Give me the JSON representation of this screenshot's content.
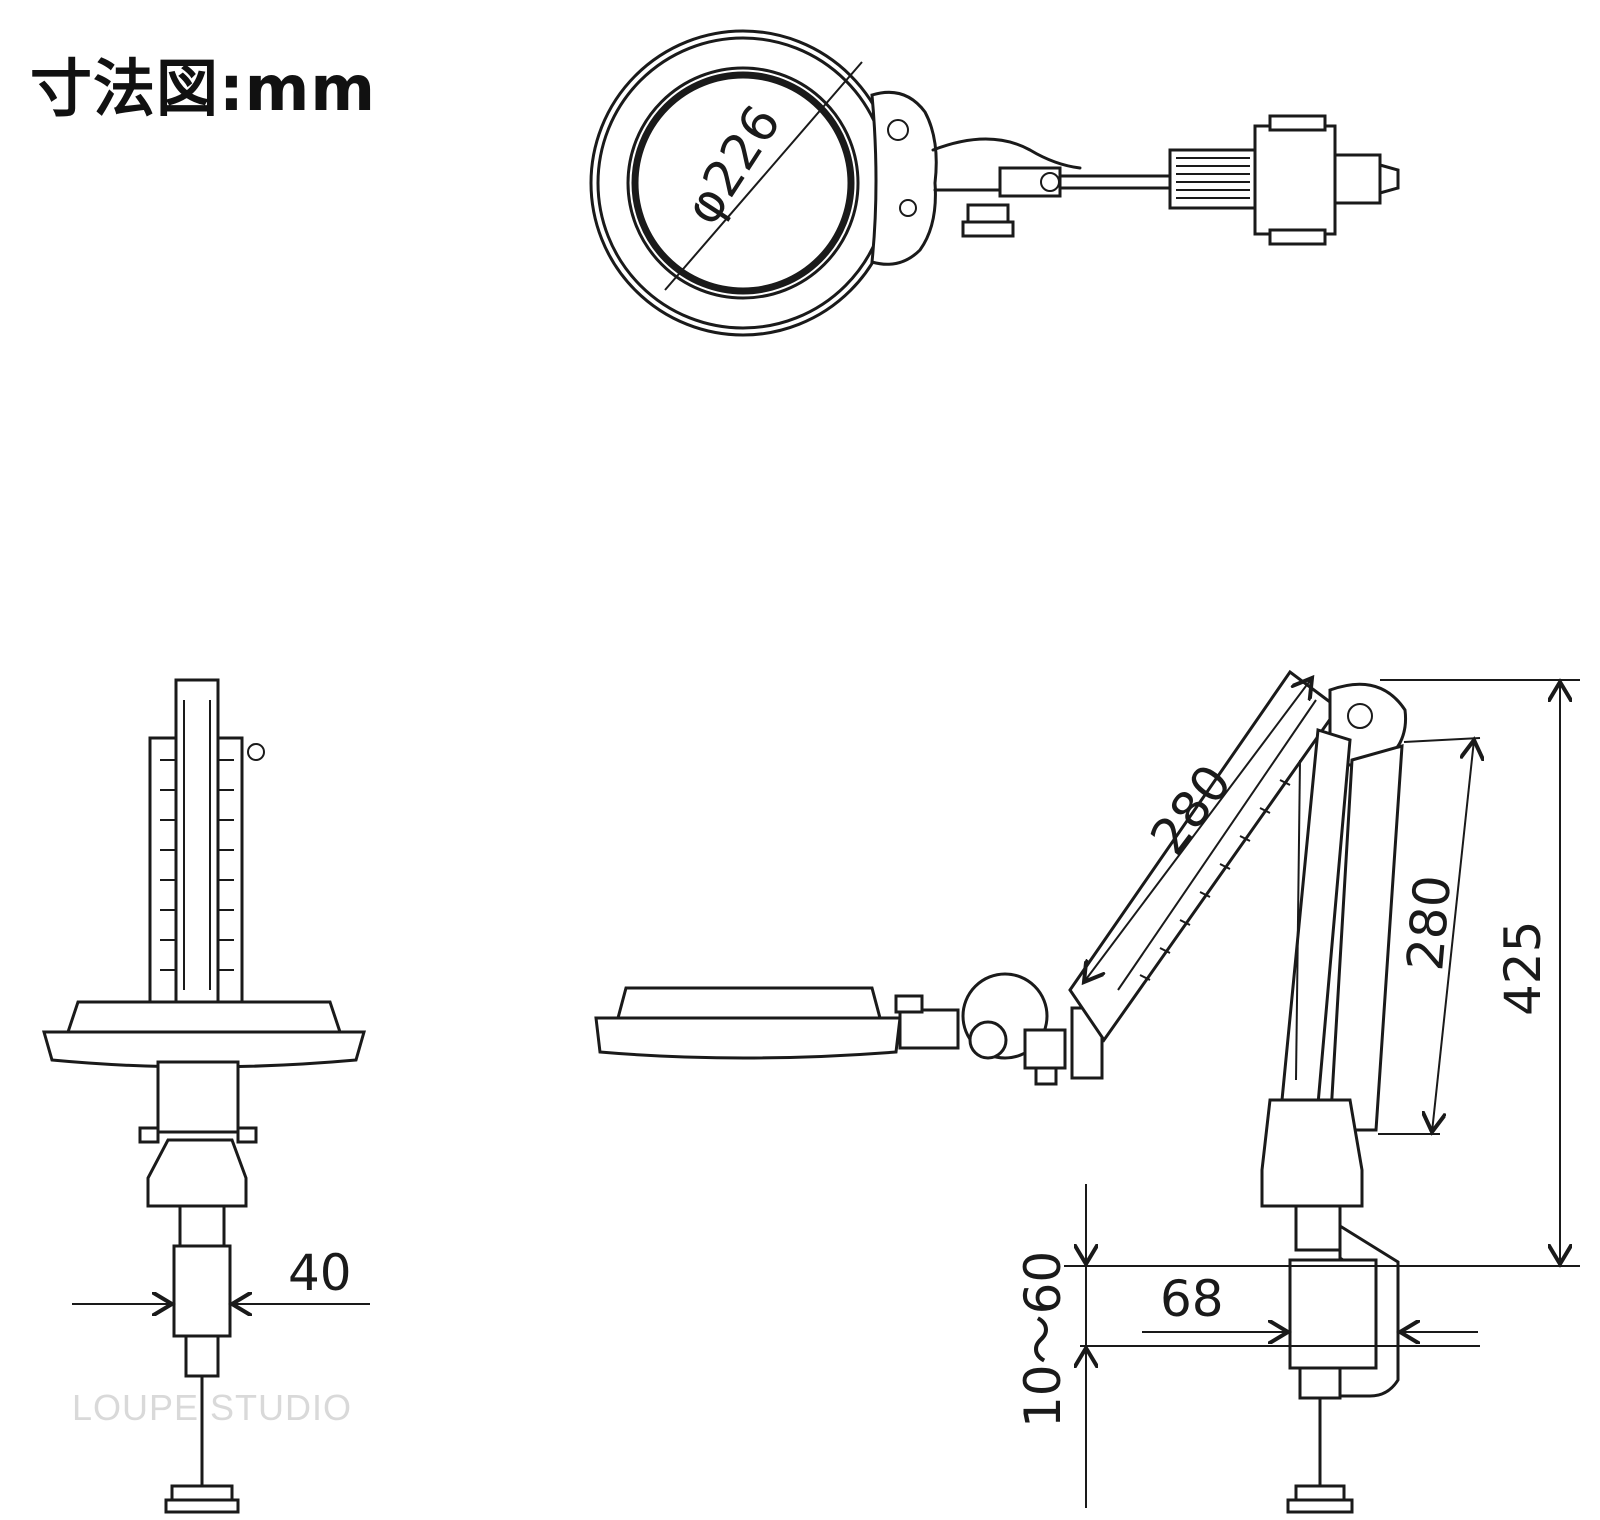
{
  "title": "寸法図:mm",
  "dimensions": {
    "lens_diameter": "φ226",
    "upper_arm": "280",
    "lower_arm": "280",
    "height": "425",
    "clamp_range": "10～60",
    "clamp_depth": "68",
    "clamp_width": "40"
  },
  "watermark": "LOUPE STUDIO",
  "colors": {
    "line": "#1a1a1a",
    "background": "#ffffff",
    "watermark": "#d9d9d9"
  }
}
